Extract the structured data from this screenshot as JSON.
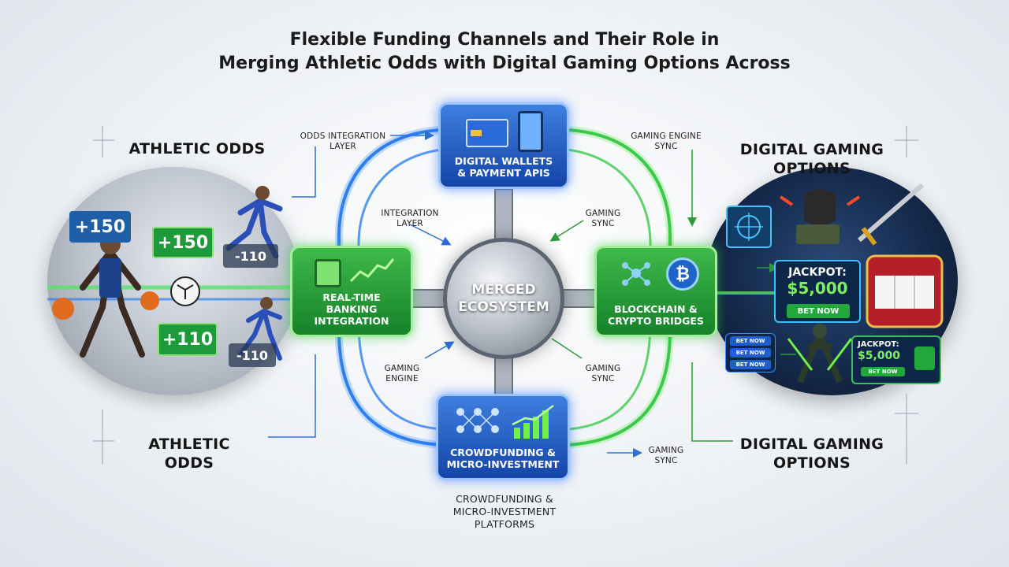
{
  "title": {
    "line1": "Flexible Funding Channels and Their Role in",
    "line2": "Merging Athletic Odds with Digital Gaming Options Across"
  },
  "labels": {
    "athletic_odds_top": "ATHLETIC ODDS",
    "athletic_odds_bottom_1": "ATHLETIC",
    "athletic_odds_bottom_2": "ODDS",
    "digital_gaming_top_1": "DIGITAL GAMING",
    "digital_gaming_top_2": "OPTIONS",
    "digital_gaming_bottom_1": "DIGITAL GAMING",
    "digital_gaming_bottom_2": "OPTIONS",
    "odds_integration_1": "ODDS INTEGRATION",
    "odds_integration_2": "LAYER",
    "gaming_engine_sync_1": "GAMING ENGINE",
    "gaming_engine_sync_2": "SYNC",
    "integration_layer_1": "INTEGRATION",
    "integration_layer_2": "LAYER",
    "gaming_sync_tr_1": "GAMING",
    "gaming_sync_tr_2": "SYNC",
    "gaming_engine_bl_1": "GAMING",
    "gaming_engine_bl_2": "ENGINE",
    "gaming_sync_br_1": "GAMING",
    "gaming_sync_br_2": "SYNC",
    "gaming_sync_bottom_1": "GAMING",
    "gaming_sync_bottom_2": "SYNC",
    "crowdfunding_caption_1": "CROWDFUNDING &",
    "crowdfunding_caption_2": "MICRO-INVESTMENT",
    "crowdfunding_caption_3": "PLATFORMS"
  },
  "nodes": {
    "wallets_1": "DIGITAL WALLETS",
    "wallets_2": "& PAYMENT APIS",
    "banking_1": "REAL-TIME",
    "banking_2": "BANKING",
    "banking_3": "INTEGRATION",
    "hub_1": "MERGED",
    "hub_2": "ECOSYSTEM",
    "blockchain_1": "BLOCKCHAIN &",
    "blockchain_2": "CRYPTO BRIDGES",
    "crowd_1": "CROWDFUNDING &",
    "crowd_2": "MICRO-INVESTMENT"
  },
  "odds": {
    "a": "+150",
    "b": "+150",
    "c": "-110",
    "d": "+110",
    "e": "-110"
  },
  "gaming": {
    "jackpot_label": "JACKPOT:",
    "jackpot_value": "$5,000",
    "bet_now": "BET NOW",
    "jackpot_small_label": "JACKPOT:",
    "jackpot_small_value": "$5,000",
    "bet_now_small": "BET NOW",
    "bet_list": [
      "BET NOW",
      "BET NOW",
      "BET NOW"
    ]
  },
  "colors": {
    "blue": "#1f5fd0",
    "green": "#22a83a",
    "wire_blue": "#2d7ff0",
    "wire_green": "#3ac94a"
  }
}
